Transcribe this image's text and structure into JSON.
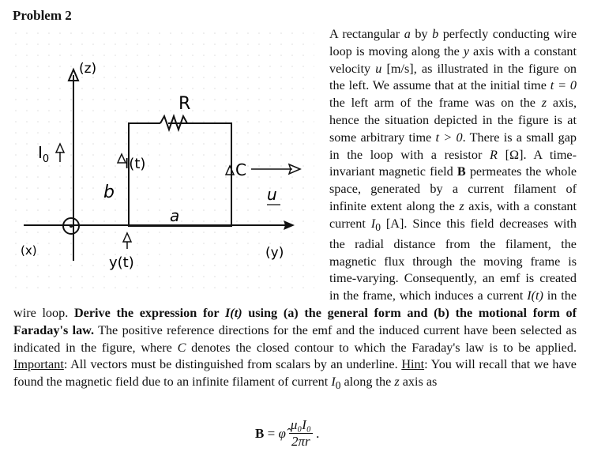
{
  "heading": "Problem 2",
  "figure": {
    "labels": {
      "z_axis": "(z)",
      "y_axis": "(y)",
      "x_axis": "(x)",
      "current_i0": "I",
      "current_i0_sub": "0",
      "resistor": "R",
      "current_it": "I(t)",
      "side_b": "b",
      "side_a": "a",
      "velocity": "u",
      "contour": "C",
      "position": "y(t)"
    }
  },
  "text": {
    "s1": "A rectangular ",
    "a1": "a",
    "s2": " by ",
    "b1": "b",
    "s3": " perfectly conducting wire loop is moving along the ",
    "y1": "y",
    "s4": " axis with a constant velocity ",
    "u1": "u",
    "s5": " [m/s], as illustrated in the figure on the left. We assume that at the initial time ",
    "eq_t0": "t = 0",
    "s6": " the left arm of the frame was on the ",
    "z1": "z",
    "s7": " axis, hence the situation depicted in the figure is at some arbitrary time ",
    "eq_tgt": "t > 0",
    "s8": ". There is a small gap in the loop with a resistor ",
    "r1": "R",
    "s9": " [Ω]. A time-invariant magnetic field ",
    "bvec": "B",
    "s10": " permeates the whole space, generated by a current filament of infinite extent along the ",
    "z2": "z",
    "s11": " axis, with a constant current ",
    "i0": "I",
    "i0sub": "0",
    "s12": " [A]. Since this field decreases with the radial distance from the filament, the magnetic flux through the moving frame is time-varying. Consequently, an emf is created in the frame, which induces a current ",
    "it1": "I(t)",
    "s13": " in the wire loop. ",
    "bold1": "Derive the expression for ",
    "it2": "I(t)",
    "bold2": " using (a) the general form and (b) the motional form of Faraday's law.",
    "s14": " The positive reference directions for the emf and the induced current have been selected as indicated in the figure, where ",
    "c1": "C",
    "s15": " denotes the closed contour to which the Faraday's law is to be applied. ",
    "important": "Important",
    "s16": ": All vectors must be distinguished from scalars by an underline. ",
    "hint": "Hint",
    "s17": ": You will recall that we have found the magnetic field due to an infinite filament of current ",
    "i0b": "I",
    "i0bsub": "0",
    "s18": " along the ",
    "z3": "z",
    "s19": " axis as"
  },
  "equation": {
    "lhs": "B",
    "eq": " = ",
    "phi": "φ̂",
    "num": "μ₀I₀",
    "den": "2πr",
    "end": " ."
  }
}
